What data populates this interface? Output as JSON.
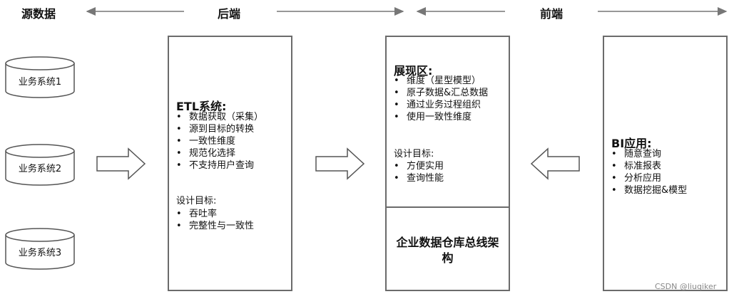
{
  "headers": {
    "source": "源数据",
    "backend": "后端",
    "frontend": "前端"
  },
  "sources": [
    "业务系统1",
    "业务系统2",
    "业务系统3"
  ],
  "etl": {
    "title": "ETL系统:",
    "items": [
      "数据获取（采集）",
      "源到目标的转换",
      "一致性维度",
      "规范化选择",
      "不支持用户查询"
    ],
    "goal_label": "设计目标:",
    "goals": [
      "吞吐率",
      "完整性与一致性"
    ]
  },
  "presentation": {
    "title": "展现区:",
    "items": [
      "维度（星型模型）",
      "原子数据&汇总数据",
      "通过业务过程组织",
      "使用一致性维度"
    ],
    "goal_label": "设计目标:",
    "goals": [
      "方便实用",
      "查询性能"
    ],
    "architecture_line1": "企业数据仓库总线架",
    "architecture_line2": "构"
  },
  "bi": {
    "title": "BI应用:",
    "items": [
      "随意查询",
      "标准报表",
      "分析应用",
      "数据挖掘&模型"
    ]
  },
  "watermark": "CSDN @liuqiker"
}
